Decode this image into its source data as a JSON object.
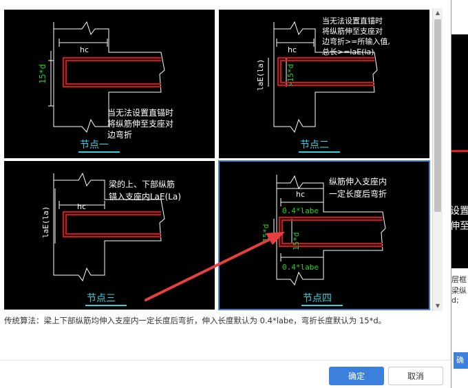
{
  "options": [
    {
      "name": "节点一",
      "annotations": {
        "hc": "hc",
        "len": "15*d"
      },
      "note": [
        "当无法设置直锚时",
        "将纵筋伸至支座对",
        "边弯折"
      ]
    },
    {
      "name": "节点二",
      "annotations": {
        "hc": "hc",
        "laE": "laE(la)",
        "len": ">15*d"
      },
      "note": [
        "当无法设置直锚时",
        "将纵筋伸至支座对",
        "边弯折>=所输入值,",
        "总长>=laE(la)"
      ]
    },
    {
      "name": "节点三",
      "annotations": {
        "hc": "hc",
        "laE": "laE(la)"
      },
      "note": [
        "梁的上、下部纵筋",
        "锚入支座内LaE(La)"
      ]
    },
    {
      "name": "节点四",
      "annotations": {
        "hc": "hc",
        "top": "0.4*labe",
        "bottom": "0.4*labe",
        "left_len": "15*d",
        "right_len": "15*d"
      },
      "note": [
        "纵筋伸入支座内",
        "一定长度后弯折"
      ],
      "selected": true
    }
  ],
  "description": "传统算法：梁上下部纵筋均伸入支座内一定长度后弯折，伸入长度默认为 0.4*labe，弯折长度默认为 15*d。",
  "buttons": {
    "ok": "确定",
    "cancel": "取消"
  },
  "background_window": {
    "text_lines": [
      "设置直",
      "伸至"
    ],
    "side_lines": [
      "层框",
      "梁纵",
      "d; "
    ],
    "button": "确"
  },
  "colors": {
    "cad_background": "#000000",
    "rebar": "#e01010",
    "dimension": "#ffffff",
    "length_label": "#20d020",
    "caption": "#2fd4e0",
    "caption_underline": "#2fd4e0",
    "selection_border": "#3c7ed6",
    "primary_button": "#3d7fdc",
    "annotation_arrow": "#e84040"
  },
  "scrollbar": {
    "up_icon": "▲",
    "down_icon": "▼"
  }
}
